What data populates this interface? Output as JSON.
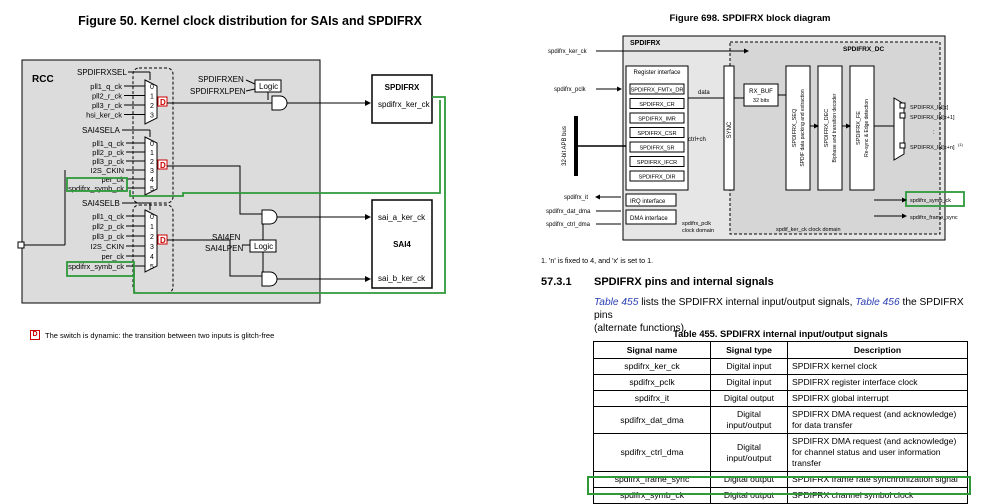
{
  "left_figure": {
    "title": "Figure 50. Kernel clock distribution for SAIs and SPDIFRX",
    "rcc": "RCC",
    "sel1": {
      "label": "SPDIFRXSEL",
      "inputs": [
        "pll1_q_ck",
        "pll2_r_ck",
        "pll3_r_ck",
        "hsi_ker_ck"
      ],
      "nums": [
        "0",
        "1",
        "2",
        "3"
      ]
    },
    "sel2": {
      "label": "SAI4SELA",
      "inputs": [
        "pll1_q_ck",
        "pll2_p_ck",
        "pll3_p_ck",
        "I2S_CKIN",
        "per_ck",
        "spdifrx_symb_ck"
      ],
      "nums": [
        "0",
        "1",
        "2",
        "3",
        "4",
        "5"
      ]
    },
    "sel3": {
      "label": "SAI4SELB",
      "inputs": [
        "pll1_q_ck",
        "pll2_p_ck",
        "pll3_p_ck",
        "I2S_CKIN",
        "per_ck",
        "spdifrx_symb_ck"
      ],
      "nums": [
        "0",
        "1",
        "2",
        "3",
        "4",
        "5"
      ]
    },
    "en1": [
      "SPDIFRXEN",
      "SPDIFRXLPEN"
    ],
    "en2": [
      "SAI4EN",
      "SAI4LPEN"
    ],
    "logic": "Logic",
    "d": "D",
    "spdifrx_block": {
      "title": "SPDIFRX",
      "clk": "spdifrx_ker_ck"
    },
    "sai4_block": {
      "title": "SAI4",
      "clk_a": "sai_a_ker_ck",
      "clk_b": "sai_b_ker_ck"
    },
    "legend": {
      "symbol": "D",
      "text": "The switch is dynamic: the transition between two inputs is glitch-free"
    },
    "highlight_color": "#2e9a3a"
  },
  "right_figure": {
    "title": "Figure 698. SPDIFRX block diagram",
    "spdifrx": "SPDIFRX",
    "spdifrx_dc": "SPDIFRX_DC",
    "left_signals": [
      "spdifrx_ker_ck",
      "spdifrx_pclk",
      "spdifrx_it",
      "spdifrx_dat_dma",
      "spdifrx_ctrl_dma"
    ],
    "apb": "32-bit APB bus",
    "regs": [
      "SPDIFRX_FMTx_DR",
      "SPDIFRX_CR",
      "SPDIFRX_IMR",
      "SPDIFRX_CSR",
      "SPDIFRX_SR",
      "SPDIFRX_IFCR",
      "SPDIFRX_DIR"
    ],
    "reg_if": "Register interface",
    "irq": "IRQ interface",
    "dma": "DMA interface",
    "data": "data",
    "ctrl": "ctrl+ch",
    "sync": "SYNC",
    "rxbuf": [
      "RX_BUF",
      "32 bits"
    ],
    "seq": [
      "SPDIFRX_SEQ",
      "SPDIF data packing and extraction"
    ],
    "dec": [
      "SPDIFRX_DEC",
      "Biphase and transition decoder"
    ],
    "fe": [
      "SPDIFRX_FE",
      "Re-sync & Edge detection"
    ],
    "inputs": [
      "SPDIFRX_IN[x]",
      "SPDIFRX_IN[x+1]",
      ":",
      "SPDIFRX_IN[x+n]"
    ],
    "inputs_sup": "(1)",
    "outputs": [
      "spdifrx_symb_ck",
      "spdifrx_frame_sync"
    ],
    "pclk_domain": [
      "spdifrx_pclk",
      "clock domain"
    ],
    "ker_domain": "spdif_ker_ck  clock domain",
    "note": "1.   'n' is fixed to 4, and 'x' is set to 1."
  },
  "section": {
    "number": "57.3.1",
    "title": "SPDIFRX pins and internal signals",
    "para_link1": "Table 455",
    "para_mid": " lists the SPDIFRX internal input/output signals, ",
    "para_link2": "Table 456",
    "para_end1": " the SPDIFRX pins",
    "para_end2": "(alternate functions)."
  },
  "table": {
    "caption": "Table 455. SPDIFRX internal input/output signals",
    "headers": [
      "Signal name",
      "Signal type",
      "Description"
    ],
    "rows": [
      [
        "spdifrx_ker_ck",
        "Digital input",
        "SPDIFRX kernel clock"
      ],
      [
        "spdifrx_pclk",
        "Digital input",
        "SPDIFRX register interface clock"
      ],
      [
        "spdifrx_it",
        "Digital output",
        "SPDIFRX global interrupt"
      ],
      [
        "spdifrx_dat_dma",
        "Digital input/output",
        "SPDIFRX DMA request (and acknowledge) for data transfer"
      ],
      [
        "spdifrx_ctrl_dma",
        "Digital input/output",
        "SPDIFRX DMA request (and acknowledge) for channel status and user information transfer"
      ],
      [
        "spdifrx_frame_sync",
        "Digital output",
        "SPDIFRX frame rate synchronization signal"
      ],
      [
        "spdifrx_symb_ck",
        "Digital output",
        "SPDIFRX channel symbol clock"
      ]
    ]
  }
}
